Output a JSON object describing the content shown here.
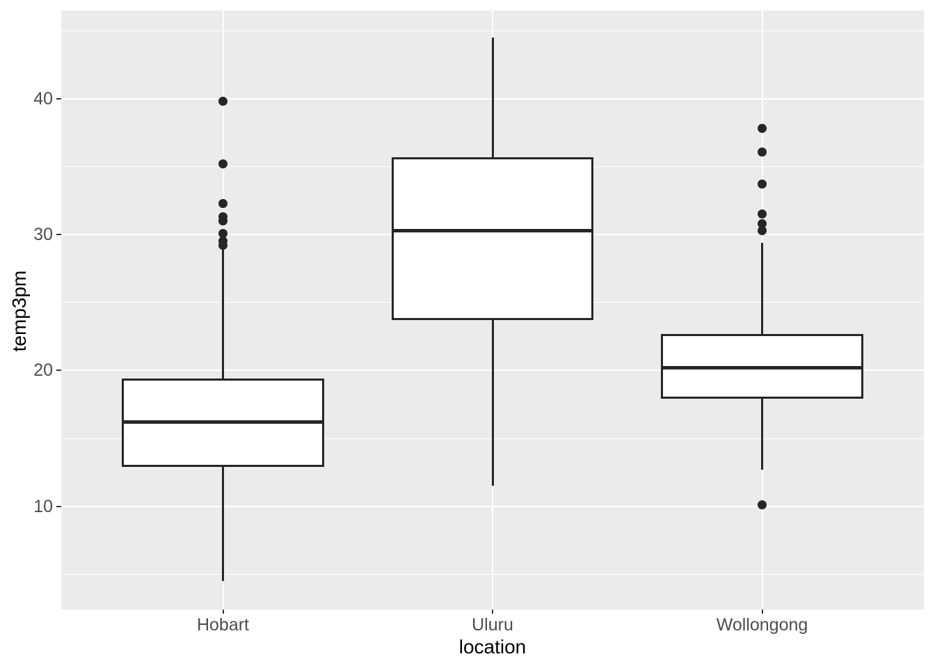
{
  "chart_data": {
    "type": "boxplot",
    "title": "",
    "xlabel": "location",
    "ylabel": "temp3pm",
    "categories": [
      "Hobart",
      "Uluru",
      "Wollongong"
    ],
    "y_tick_labels": [
      "10",
      "20",
      "30",
      "40"
    ],
    "y_ticks": [
      10,
      20,
      30,
      40
    ],
    "y_minor_ticks": [
      5,
      15,
      25,
      35,
      45
    ],
    "ylim": [
      2.4,
      46.5
    ],
    "grid": "on",
    "legend": "none",
    "series": [
      {
        "category": "Hobart",
        "whisker_low": 4.5,
        "q1": 12.9,
        "median": 16.2,
        "q3": 19.4,
        "whisker_high": 29.0,
        "outliers": [
          29.2,
          29.5,
          30.1,
          31.0,
          31.3,
          32.3,
          35.2,
          39.8
        ]
      },
      {
        "category": "Uluru",
        "whisker_low": 11.5,
        "q1": 23.7,
        "median": 30.3,
        "q3": 35.7,
        "whisker_high": 44.5,
        "outliers": []
      },
      {
        "category": "Wollongong",
        "whisker_low": 12.7,
        "q1": 17.9,
        "median": 20.2,
        "q3": 22.7,
        "whisker_high": 29.4,
        "outliers": [
          10.1,
          30.3,
          30.8,
          31.5,
          33.7,
          36.1,
          37.8
        ]
      }
    ],
    "colors": {
      "panel_background": "#EBEBEB",
      "gridline": "#FFFFFF",
      "box_border": "#262626",
      "box_fill": "#FFFFFF",
      "outlier": "#262626",
      "tick_mark": "#333333",
      "tick_label": "#4D4D4D",
      "axis_title": "#000000"
    }
  }
}
